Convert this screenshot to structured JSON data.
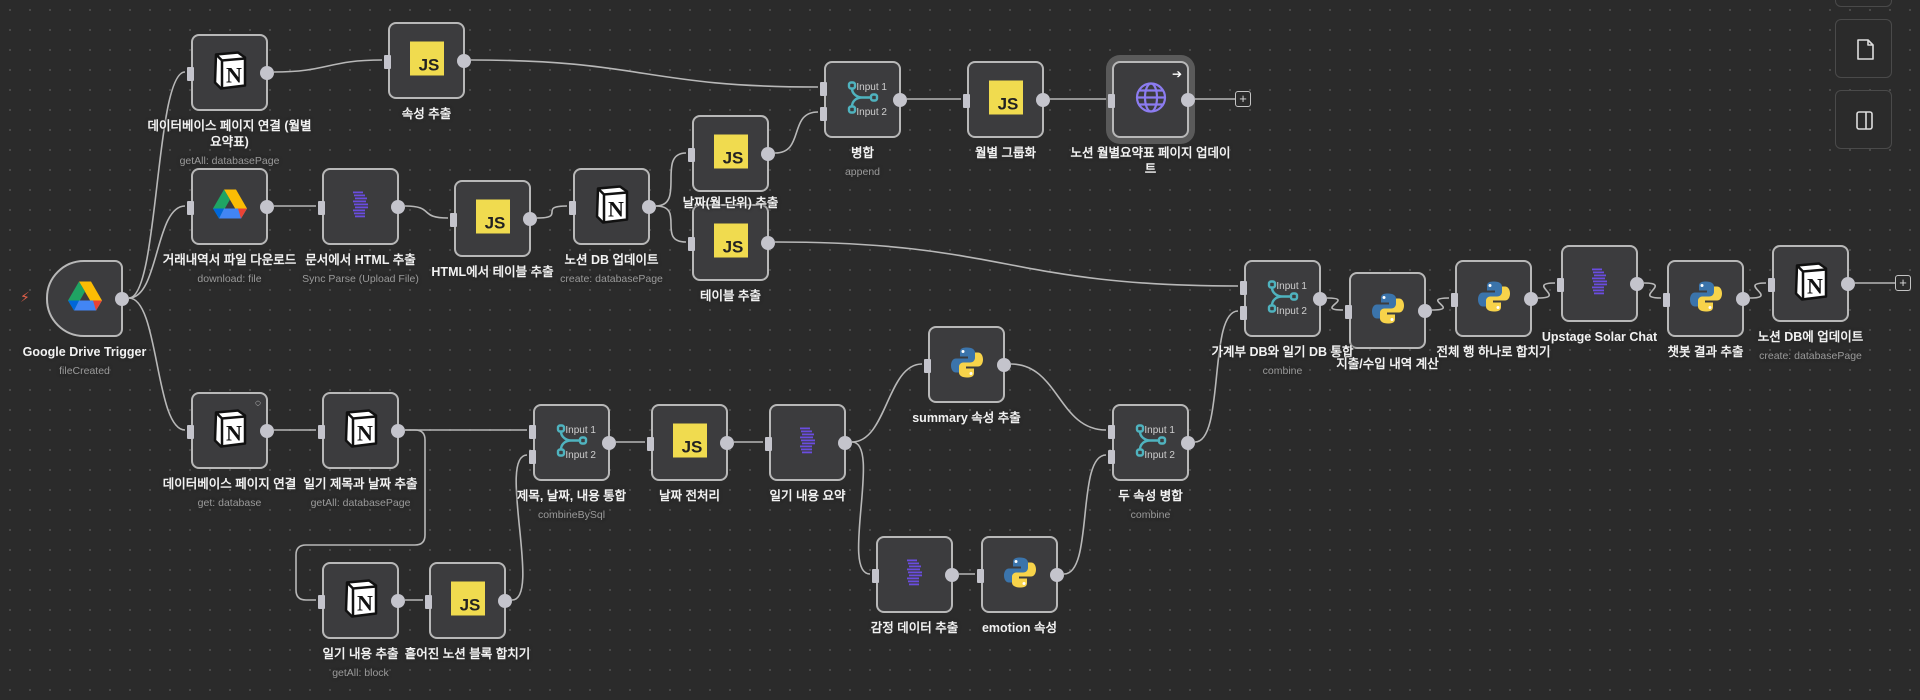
{
  "canvas": {
    "nodes": [
      {
        "id": "trigger",
        "label": "Google Drive Trigger",
        "sub": "fileCreated",
        "icon": "google-drive-icon",
        "type": "trigger"
      },
      {
        "id": "n_db1",
        "label": "데이터베이스 페이지 연결 (월별 요약표)",
        "sub": "getAll: databasePage",
        "icon": "notion-icon"
      },
      {
        "id": "js_attr",
        "label": "속성 추출",
        "sub": "",
        "icon": "javascript-icon"
      },
      {
        "id": "drive_dl",
        "label": "거래내역서 파일 다운로드",
        "sub": "download: file",
        "icon": "google-drive-icon"
      },
      {
        "id": "sync",
        "label": "문서에서 HTML 추출",
        "sub": "Sync Parse (Upload File)",
        "icon": "upstage-icon"
      },
      {
        "id": "js_html",
        "label": "HTML에서 테이블 추출",
        "sub": "",
        "icon": "javascript-icon"
      },
      {
        "id": "n_upd",
        "label": "노션 DB 업데이트",
        "sub": "create: databasePage",
        "icon": "notion-icon"
      },
      {
        "id": "js_date",
        "label": "날짜(월 단위) 추출",
        "sub": "",
        "icon": "javascript-icon"
      },
      {
        "id": "js_table",
        "label": "테이블 추출",
        "sub": "",
        "icon": "javascript-icon"
      },
      {
        "id": "m_merge",
        "label": "병합",
        "sub": "append",
        "icon": "merge-icon",
        "inputs": [
          "Input 1",
          "Input 2"
        ]
      },
      {
        "id": "js_month",
        "label": "월별 그룹화",
        "sub": "",
        "icon": "javascript-icon"
      },
      {
        "id": "http",
        "label": "노션 월별요약표 페이지 업데이트",
        "sub": "",
        "icon": "globe-icon",
        "selected": true
      },
      {
        "id": "m_ledger",
        "label": "가계부 DB와 일기 DB 통합",
        "sub": "combine",
        "icon": "merge-icon",
        "inputs": [
          "Input 1",
          "Input 2"
        ]
      },
      {
        "id": "py_calc",
        "label": "지출/수입 내역 계산",
        "sub": "",
        "icon": "python-icon"
      },
      {
        "id": "py_rows",
        "label": "전체 행 하나로 합치기",
        "sub": "",
        "icon": "python-icon"
      },
      {
        "id": "solar",
        "label": "Upstage Solar Chat",
        "sub": "",
        "icon": "upstage-icon"
      },
      {
        "id": "py_chat",
        "label": "챗봇 결과 추출",
        "sub": "",
        "icon": "python-icon"
      },
      {
        "id": "n_final",
        "label": "노션 DB에 업데이트",
        "sub": "create: databasePage",
        "icon": "notion-icon"
      },
      {
        "id": "n_db2",
        "label": "데이터베이스 페이지 연결",
        "sub": "get: database",
        "icon": "notion-icon",
        "loading": true
      },
      {
        "id": "n_diary",
        "label": "일기 제목과 날짜 추출",
        "sub": "getAll: databasePage",
        "icon": "notion-icon"
      },
      {
        "id": "m_sql",
        "label": "제목, 날짜, 내용 통합",
        "sub": "combineBySql",
        "icon": "merge-icon",
        "inputs": [
          "Input 1",
          "Input 2"
        ]
      },
      {
        "id": "js_pre",
        "label": "날짜 전처리",
        "sub": "",
        "icon": "javascript-icon"
      },
      {
        "id": "sum_ai",
        "label": "일기 내용 요약",
        "sub": "",
        "icon": "upstage-icon"
      },
      {
        "id": "py_sum",
        "label": "summary 속성 추출",
        "sub": "",
        "icon": "python-icon"
      },
      {
        "id": "m_two",
        "label": "두 속성 병합",
        "sub": "combine",
        "icon": "merge-icon",
        "inputs": [
          "Input 1",
          "Input 2"
        ]
      },
      {
        "id": "emo_ai",
        "label": "감정 데이터 추출",
        "sub": "",
        "icon": "upstage-icon"
      },
      {
        "id": "py_emo",
        "label": "emotion 속성",
        "sub": "",
        "icon": "python-icon"
      },
      {
        "id": "n_content",
        "label": "일기 내용 추출",
        "sub": "getAll: block",
        "icon": "notion-icon"
      },
      {
        "id": "js_blocks",
        "label": "흩어진 노션 블록 합치기",
        "sub": "",
        "icon": "javascript-icon"
      }
    ],
    "connections": [
      [
        "trigger",
        "n_db1",
        0
      ],
      [
        "trigger",
        "drive_dl",
        0
      ],
      [
        "trigger",
        "n_db2",
        0
      ],
      [
        "n_db1",
        "js_attr",
        0
      ],
      [
        "js_attr",
        "m_merge",
        0
      ],
      [
        "drive_dl",
        "sync",
        0
      ],
      [
        "sync",
        "js_html",
        0
      ],
      [
        "js_html",
        "n_upd",
        0
      ],
      [
        "n_upd",
        "js_date",
        0
      ],
      [
        "n_upd",
        "js_table",
        0
      ],
      [
        "js_date",
        "m_merge",
        1
      ],
      [
        "m_merge",
        "js_month",
        0
      ],
      [
        "js_month",
        "http",
        0
      ],
      [
        "js_table",
        "m_ledger",
        0
      ],
      [
        "m_two",
        "m_ledger",
        1
      ],
      [
        "m_ledger",
        "py_calc",
        0
      ],
      [
        "py_calc",
        "py_rows",
        0
      ],
      [
        "py_rows",
        "solar",
        0
      ],
      [
        "solar",
        "py_chat",
        0
      ],
      [
        "py_chat",
        "n_final",
        0
      ],
      [
        "n_db2",
        "n_diary",
        0
      ],
      [
        "n_diary",
        "m_sql",
        0
      ],
      [
        "n_diary",
        "n_content",
        0
      ],
      [
        "n_content",
        "js_blocks",
        0
      ],
      [
        "js_blocks",
        "m_sql",
        1
      ],
      [
        "m_sql",
        "js_pre",
        0
      ],
      [
        "js_pre",
        "sum_ai",
        0
      ],
      [
        "sum_ai",
        "py_sum",
        0
      ],
      [
        "sum_ai",
        "emo_ai",
        0
      ],
      [
        "py_sum",
        "m_two",
        0
      ],
      [
        "emo_ai",
        "py_emo",
        0
      ],
      [
        "py_emo",
        "m_two",
        1
      ]
    ],
    "add_node_after": [
      "http",
      "n_final"
    ],
    "add_label": "+"
  },
  "side_panel": {
    "buttons": [
      {
        "icon": "unknown-icon"
      },
      {
        "icon": "sticky-note-icon"
      },
      {
        "icon": "panel-toggle-icon"
      }
    ]
  },
  "colors": {
    "canvas": "#2b2b2b",
    "node": "#3c3c3e",
    "js": "#f0db4f",
    "merge": "#4fb3bf",
    "upstage": "#6a4de0",
    "globe": "#8c7cf0",
    "trigger_bolt": "#e0604a"
  }
}
